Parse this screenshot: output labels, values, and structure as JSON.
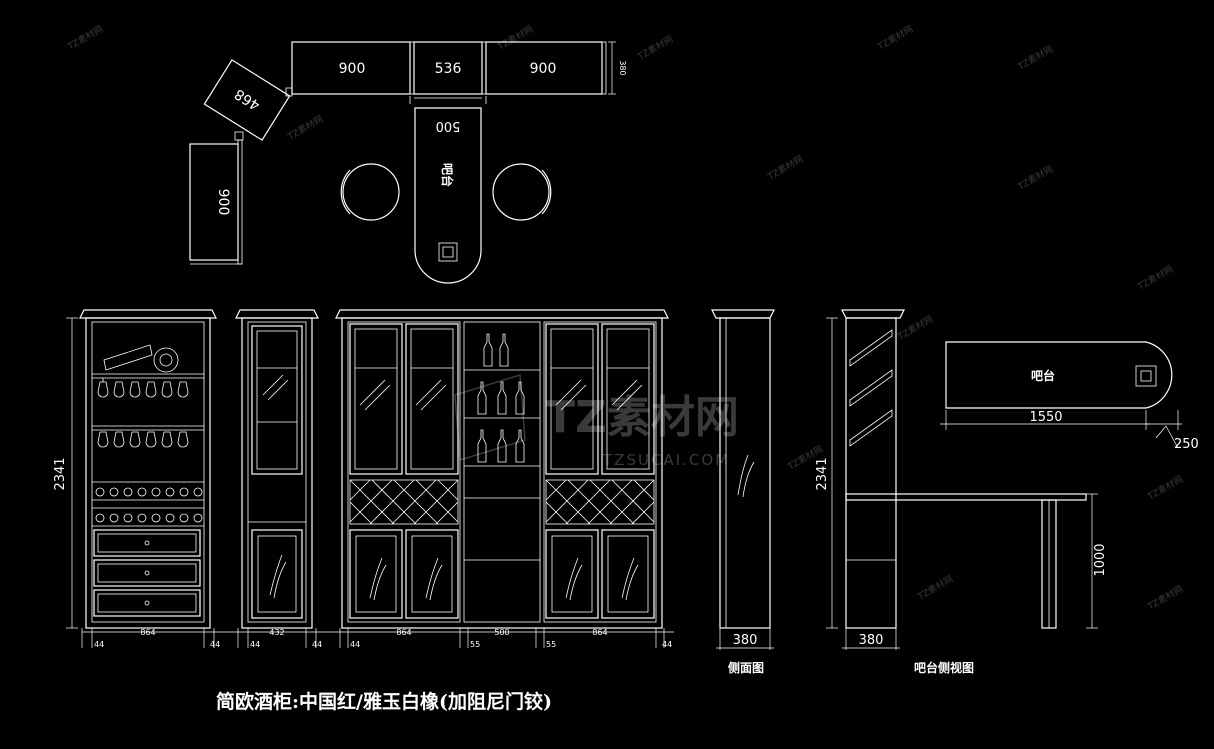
{
  "plan": {
    "seg_left": "900",
    "seg_mid": "536",
    "seg_right": "900",
    "depth_380": "380",
    "angled": "468",
    "vertical": "900",
    "bar_width": "500",
    "bar_label": "吧台"
  },
  "elevation": {
    "height_left": "2341",
    "height_right": "2341",
    "side_depth": "380",
    "bar_side_depth": "380",
    "bar_height": "1000",
    "bar_top_length": "1550",
    "bar_top_depth": "250",
    "bar_top_label": "吧台",
    "widths": [
      "864",
      "432",
      "864",
      "500",
      "864"
    ],
    "edges": [
      "44",
      "44",
      "44",
      "44",
      "44",
      "55",
      "55",
      "44"
    ],
    "side_caption": "侧面图",
    "bar_side_caption": "吧台侧视图"
  },
  "title": "简欧酒柜:中国红/雅玉白橡(加阻尼门铰)",
  "watermark": {
    "brand": "TZ素材网",
    "url": "TZSUCAI.COM",
    "small": "TZ素材网"
  },
  "colors": {
    "line": "#ffffff",
    "background": "#000000",
    "watermark": "#3a3a3a"
  }
}
